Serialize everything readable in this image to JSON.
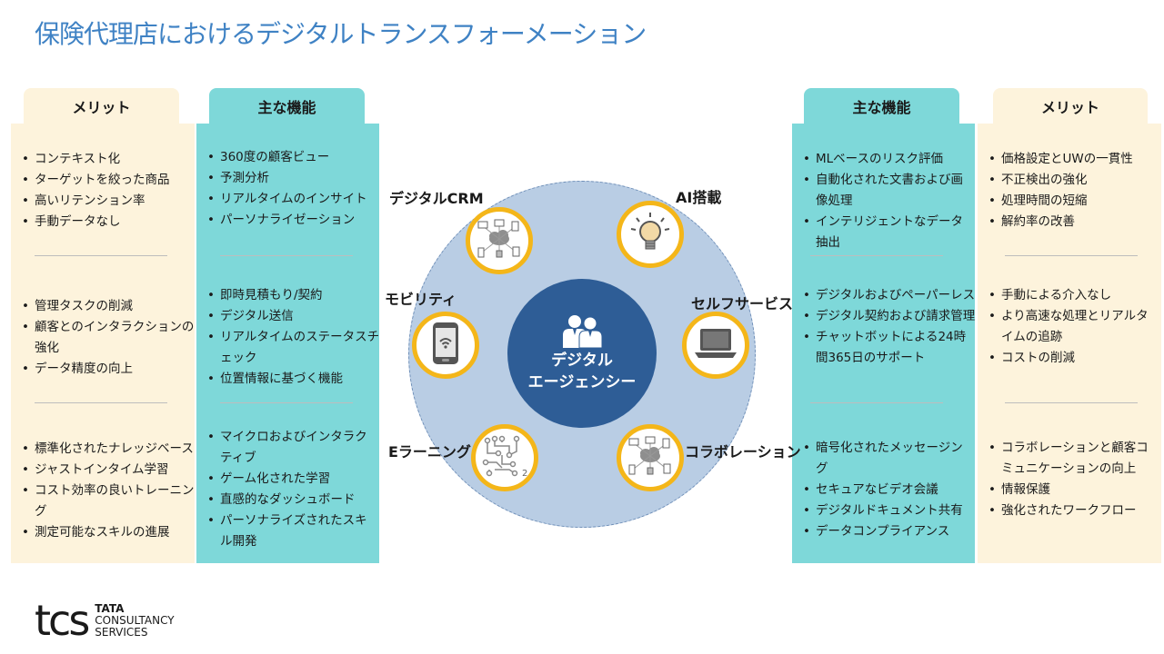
{
  "title": "保険代理店におけるデジタルトランスフォーメーション",
  "left": {
    "merit_header": "メリット",
    "feature_header": "主な機能",
    "merit_groups": [
      [
        "コンテキスト化",
        "ターゲットを絞った商品",
        "高いリテンション率",
        "手動データなし"
      ],
      [
        "管理タスクの削減",
        "顧客とのインタラクションの強化",
        "データ精度の向上"
      ],
      [
        "標準化されたナレッジベース",
        "ジャストインタイム学習",
        "コスト効率の良いトレーニング",
        "測定可能なスキルの進展"
      ]
    ],
    "feature_groups": [
      [
        "360度の顧客ビュー",
        "予測分析",
        "リアルタイムのインサイト",
        "パーソナライゼーション"
      ],
      [
        "即時見積もり/契約",
        "デジタル送信",
        "リアルタイムのステータスチェック",
        "位置情報に基づく機能"
      ],
      [
        "マイクロおよびインタラクティブ",
        "ゲーム化された学習",
        "直感的なダッシュボード",
        "パーソナライズされたスキル開発"
      ]
    ]
  },
  "right": {
    "feature_header": "主な機能",
    "merit_header": "メリット",
    "feature_groups": [
      [
        "MLベースのリスク評価",
        "自動化された文書および画像処理",
        "インテリジェントなデータ抽出"
      ],
      [
        "デジタルおよびペーパーレス",
        "デジタル契約および請求管理",
        "チャットボットによる24時間365日のサポート"
      ],
      [
        "暗号化されたメッセージング",
        "セキュアなビデオ会議",
        "デジタルドキュメント共有",
        "データコンプライアンス"
      ]
    ],
    "merit_groups": [
      [
        "価格設定とUWの一貫性",
        "不正検出の強化",
        "処理時間の短縮",
        "解約率の改善"
      ],
      [
        "手動による介入なし",
        "より高速な処理とリアルタイムの追跡",
        "コストの削減"
      ],
      [
        "コラボレーションと顧客コミュニケーションの向上",
        "情報保護",
        "強化されたワークフロー"
      ]
    ]
  },
  "center": {
    "line1": "デジタル",
    "line2": "エージェンシー",
    "nodes": {
      "crm": "デジタルCRM",
      "ai": "AI搭載",
      "mobility": "モビリティ",
      "self": "セルフサービス",
      "elearning": "Eラーニング",
      "collab": "コラボレーション"
    }
  },
  "logo": {
    "mark": "tcs",
    "line1": "TATA",
    "line2": "CONSULTANCY",
    "line3": "SERVICES"
  },
  "icons": {
    "crm": "cloud-network-icon",
    "ai": "lightbulb-icon",
    "mobility": "mobile-wifi-icon",
    "self": "laptop-icon",
    "elearning": "circuit-icon",
    "collab": "cloud-network-icon",
    "center": "people-icon"
  }
}
